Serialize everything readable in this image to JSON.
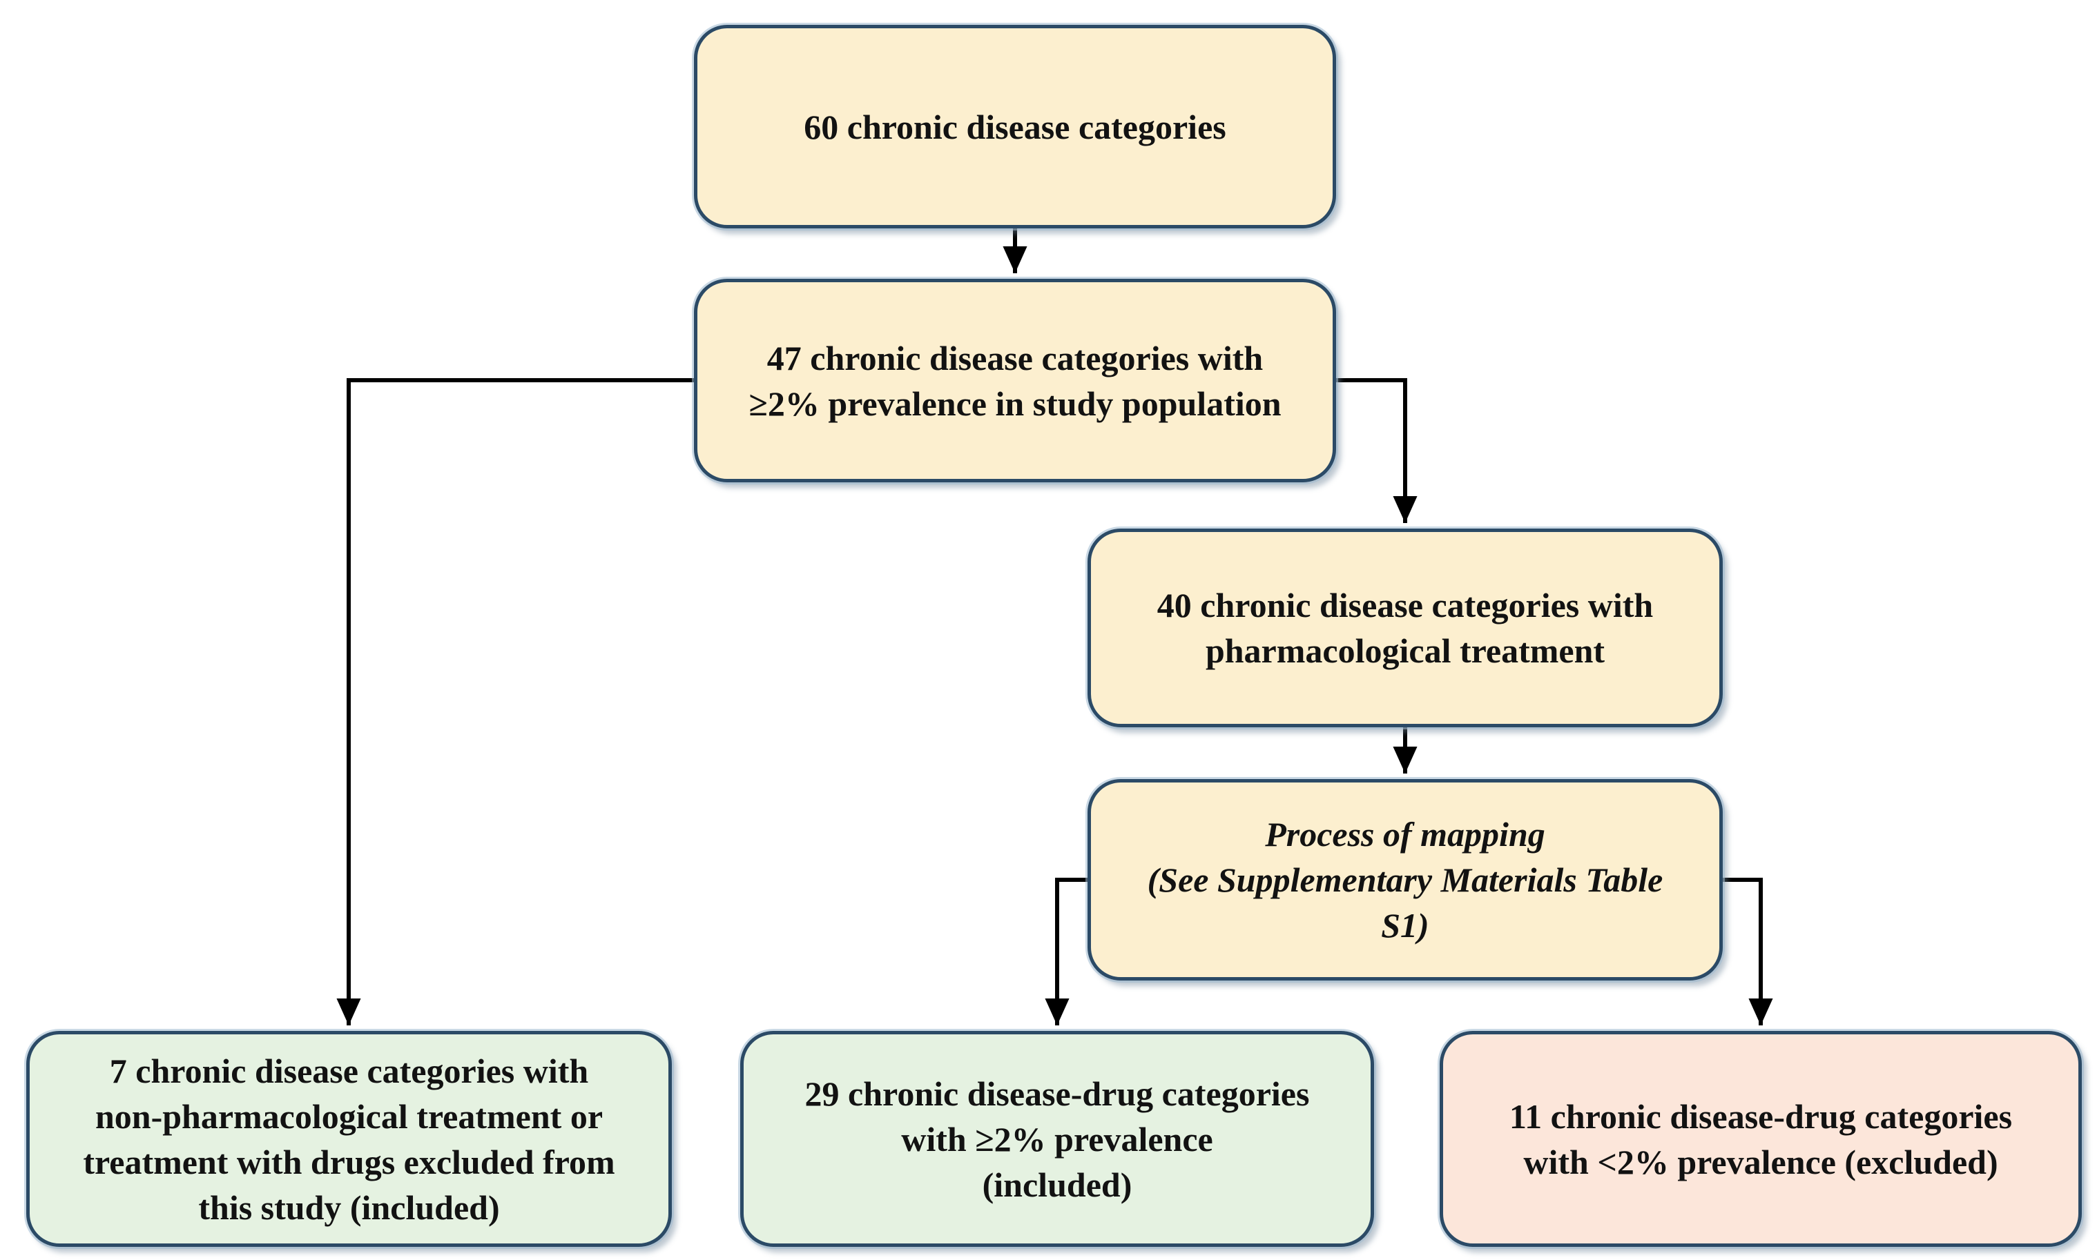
{
  "figure": {
    "background_color": "#ffffff",
    "connector_color": "#000000",
    "node_border_color": "#2b4a66",
    "colors": {
      "cream_fill": "#fcefcf",
      "green_fill": "#e5f2e1",
      "pink_fill": "#fce6da"
    },
    "nodes": {
      "n60": {
        "text": "60 chronic disease categories",
        "fill": "#fcefcf",
        "text_style": "bold"
      },
      "n47": {
        "text": "47 chronic disease categories with\n≥2% prevalence in study population",
        "fill": "#fcefcf",
        "text_style": "bold"
      },
      "n40": {
        "text": "40 chronic disease categories with\npharmacological treatment",
        "fill": "#fcefcf",
        "text_style": "bold"
      },
      "nmap": {
        "text": "Process of mapping\n(See Supplementary Materials Table\nS1)",
        "fill": "#fcefcf",
        "text_style": "bold-italic"
      },
      "n7": {
        "text": "7 chronic disease categories with\nnon-pharmacological treatment or\ntreatment with drugs excluded from\nthis study (included)",
        "fill": "#e5f2e1",
        "text_style": "bold"
      },
      "n29": {
        "text": "29 chronic disease-drug categories\nwith ≥2% prevalence\n(included)",
        "fill": "#e5f2e1",
        "text_style": "bold"
      },
      "n11": {
        "text": "11 chronic disease-drug categories\nwith <2% prevalence (excluded)",
        "fill": "#fce6da",
        "text_style": "bold"
      }
    },
    "edges": [
      {
        "from": "n60",
        "to": "n47"
      },
      {
        "from": "n47",
        "to": "n7"
      },
      {
        "from": "n47",
        "to": "n40"
      },
      {
        "from": "n40",
        "to": "nmap"
      },
      {
        "from": "nmap",
        "to": "n29"
      },
      {
        "from": "nmap",
        "to": "n11"
      }
    ]
  }
}
